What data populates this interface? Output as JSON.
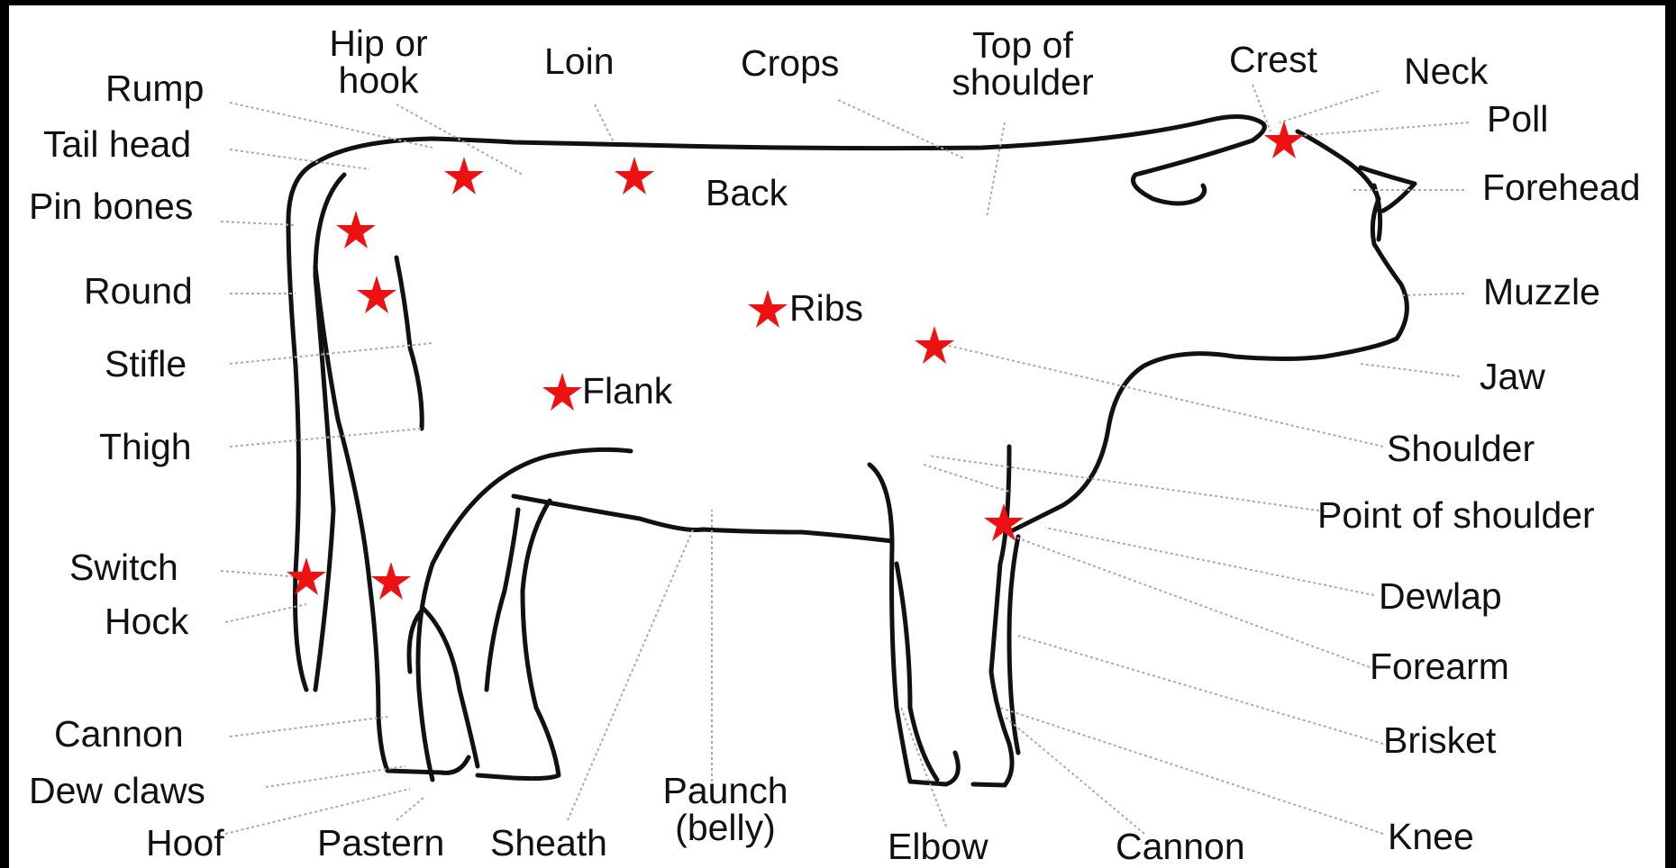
{
  "labels": {
    "rump": "Rump",
    "tail_head": "Tail head",
    "pin_bones": "Pin bones",
    "round": "Round",
    "stifle": "Stifle",
    "thigh": "Thigh",
    "switch": "Switch",
    "hock": "Hock",
    "cannon_hind": "Cannon",
    "dew_claws": "Dew claws",
    "hoof": "Hoof",
    "hip_line1": "Hip or",
    "hip_line2": "hook",
    "loin": "Loin",
    "crops": "Crops",
    "top_shoulder_line1": "Top of",
    "top_shoulder_line2": "shoulder",
    "crest": "Crest",
    "neck": "Neck",
    "poll": "Poll",
    "forehead": "Forehead",
    "muzzle": "Muzzle",
    "jaw": "Jaw",
    "shoulder": "Shoulder",
    "point_of_shoulder": "Point of shoulder",
    "dewlap": "Dewlap",
    "forearm": "Forearm",
    "brisket": "Brisket",
    "knee": "Knee",
    "back": "Back",
    "ribs": "Ribs",
    "flank": "Flank",
    "pastern": "Pastern",
    "sheath": "Sheath",
    "paunch_line1": "Paunch",
    "paunch_line2": "(belly)",
    "elbow": "Elbow",
    "cannon_front": "Cannon"
  },
  "colors": {
    "star": "#ee1111",
    "outline": "#111111",
    "leader": "#aaaaaa",
    "border": "#000000"
  },
  "marker_icon": "star-icon"
}
